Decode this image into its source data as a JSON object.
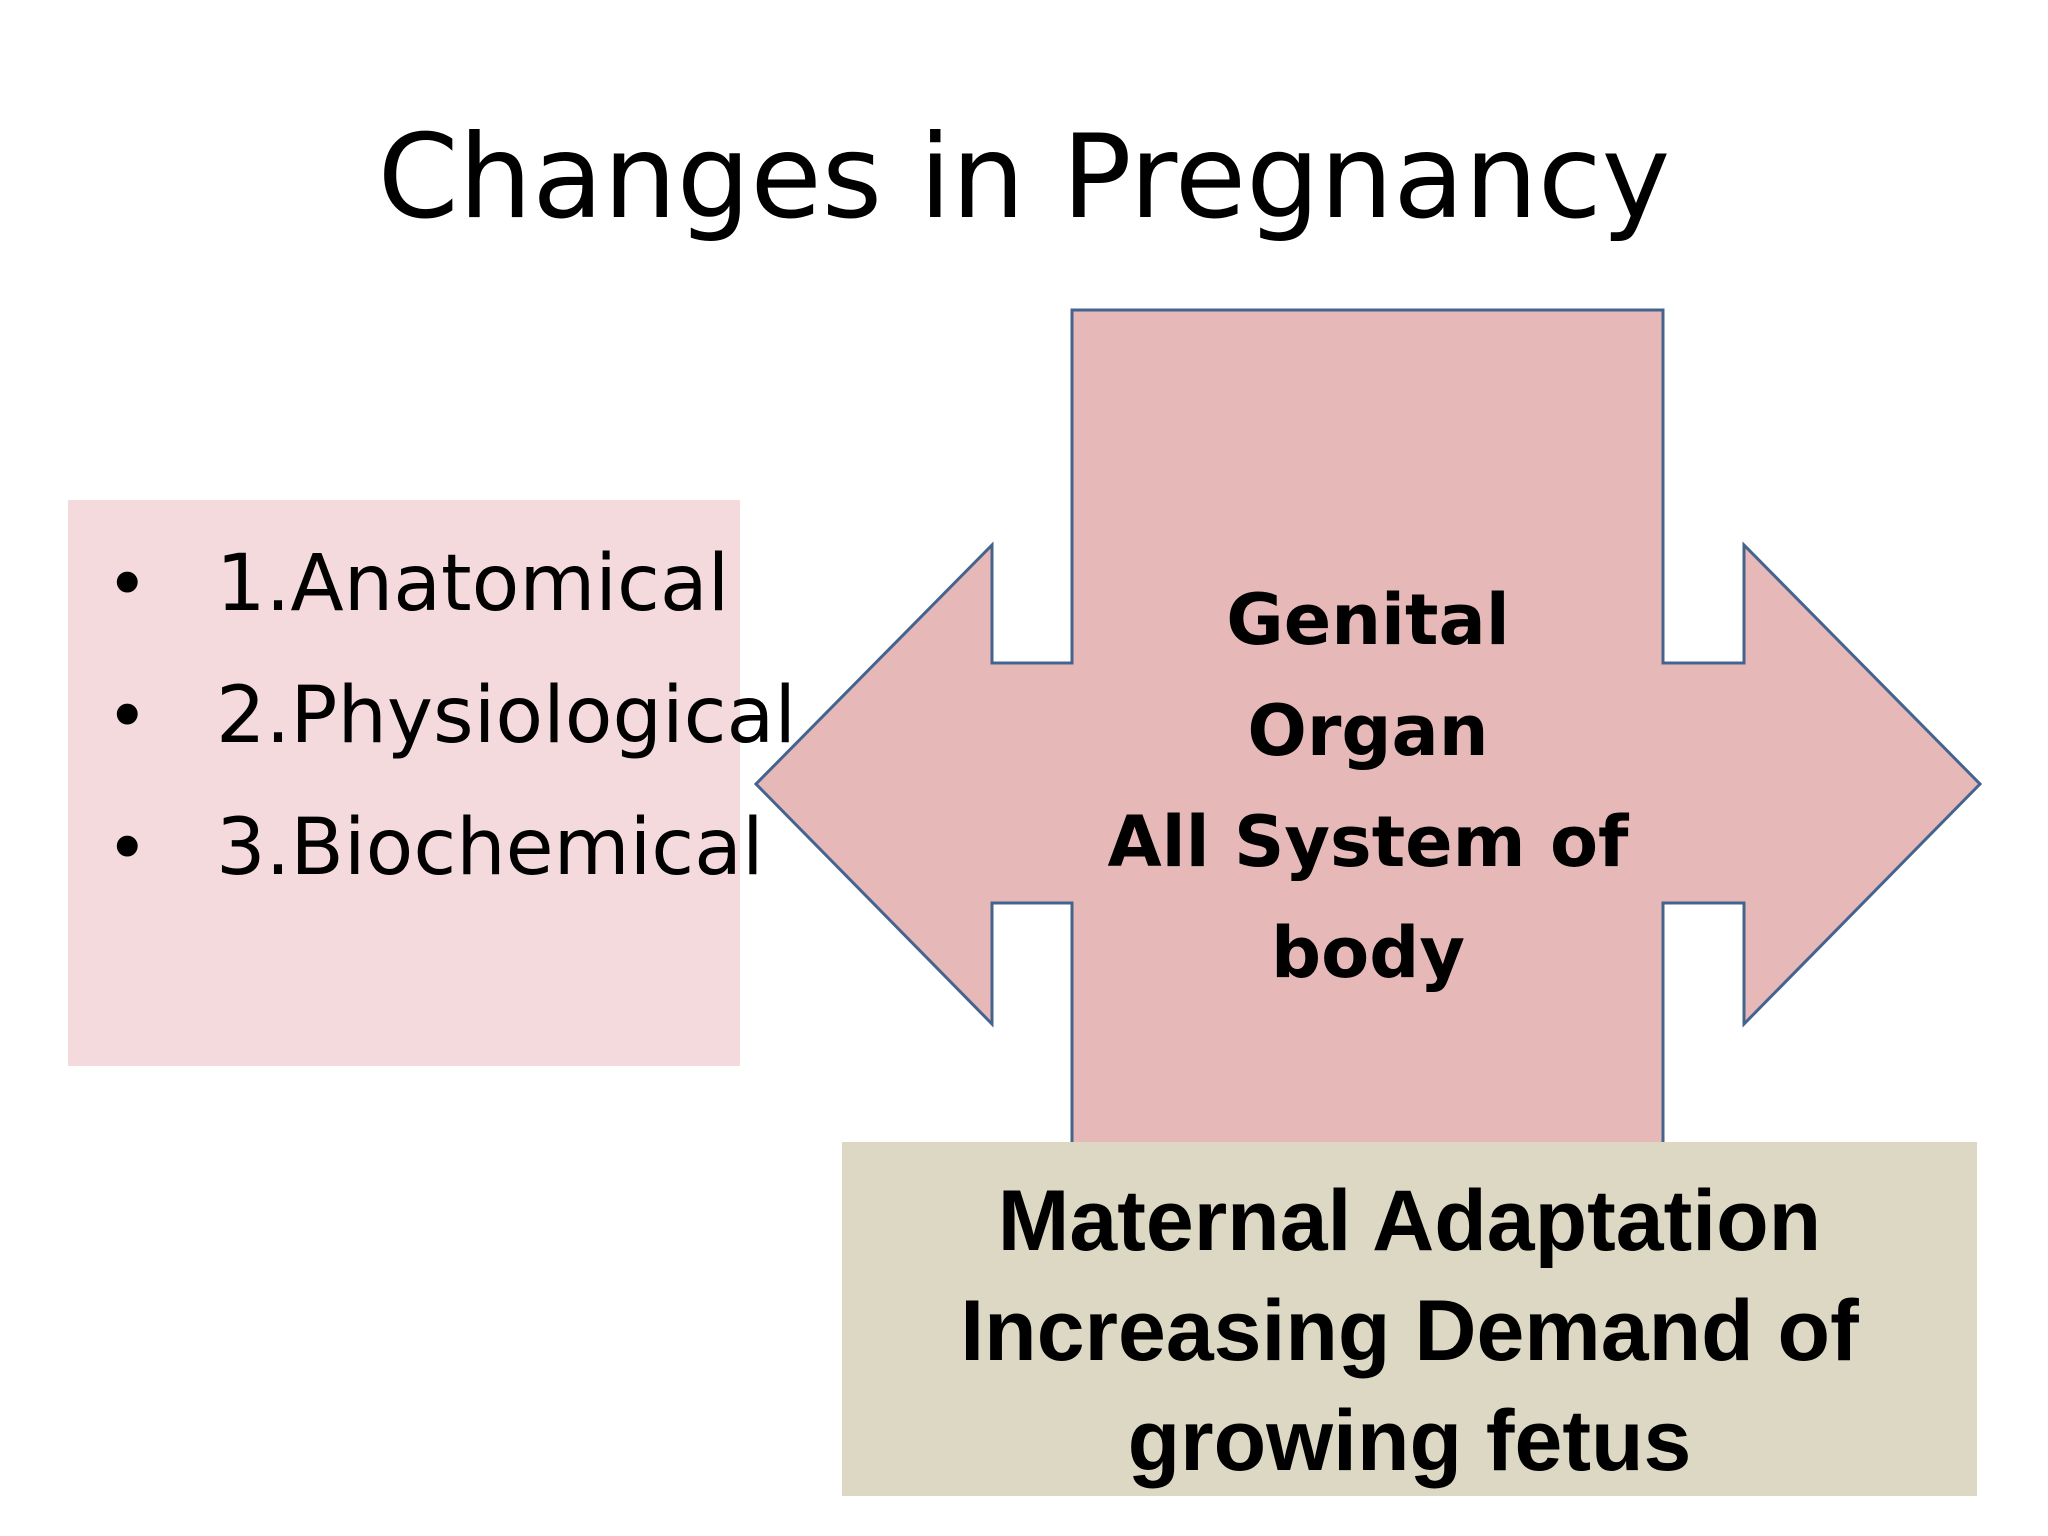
{
  "slide": {
    "title": "Changes in Pregnancy"
  },
  "list": {
    "bullet": "•",
    "items": [
      "1.Anatomical",
      "2.Physiological",
      "3.Biochemical"
    ]
  },
  "cross_arrow": {
    "lines": [
      "Genital",
      "Organ",
      "All System of",
      "body"
    ],
    "fill": "#e6b8b7",
    "stroke": "#44648f"
  },
  "bottom_box": {
    "lines": [
      "Maternal Adaptation",
      "Increasing Demand of",
      "growing fetus"
    ]
  },
  "colors": {
    "list_box_bg": "#f4dadd",
    "bottom_box_bg": "#dcd8c4"
  }
}
